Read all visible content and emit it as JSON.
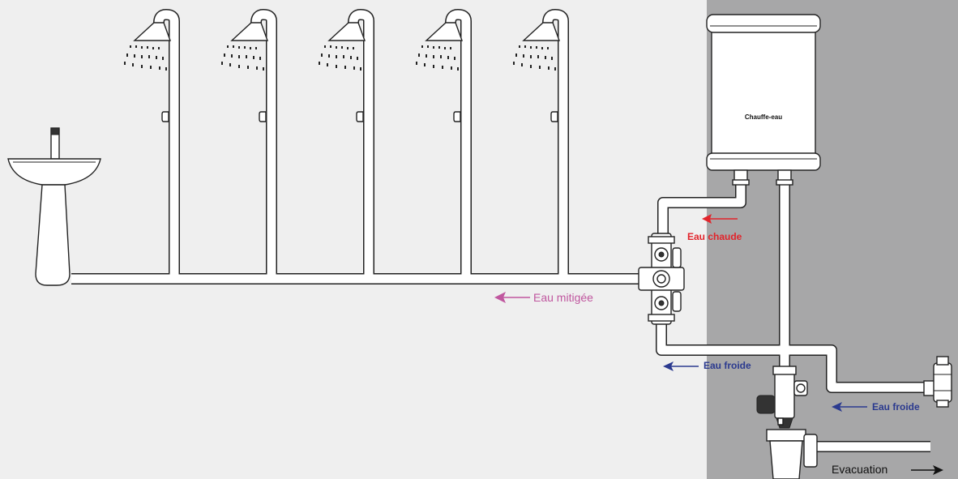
{
  "labels": {
    "water_heater": "Chauffe-eau",
    "hot_water": "Eau chaude",
    "mixed_water": "Eau mitigée",
    "cold_water_supply": "Eau froide",
    "cold_water_inlet": "Eau froide",
    "drain": "Evacuation"
  },
  "colors": {
    "background_left": "#efefef",
    "background_right": "#a7a7a8",
    "hot_water": "#e2242b",
    "mixed_water": "#c0579f",
    "cold_water": "#2b3a8f",
    "drain": "#111111",
    "line": "#222222",
    "fixture_fill": "#ffffff"
  },
  "icons": [
    "washbasin-icon",
    "shower-head-icon",
    "shower-valve-icon",
    "water-heater-icon",
    "mixing-valve-icon",
    "safety-group-icon",
    "pressure-reducer-icon",
    "siphon-icon",
    "arrow-icon"
  ]
}
